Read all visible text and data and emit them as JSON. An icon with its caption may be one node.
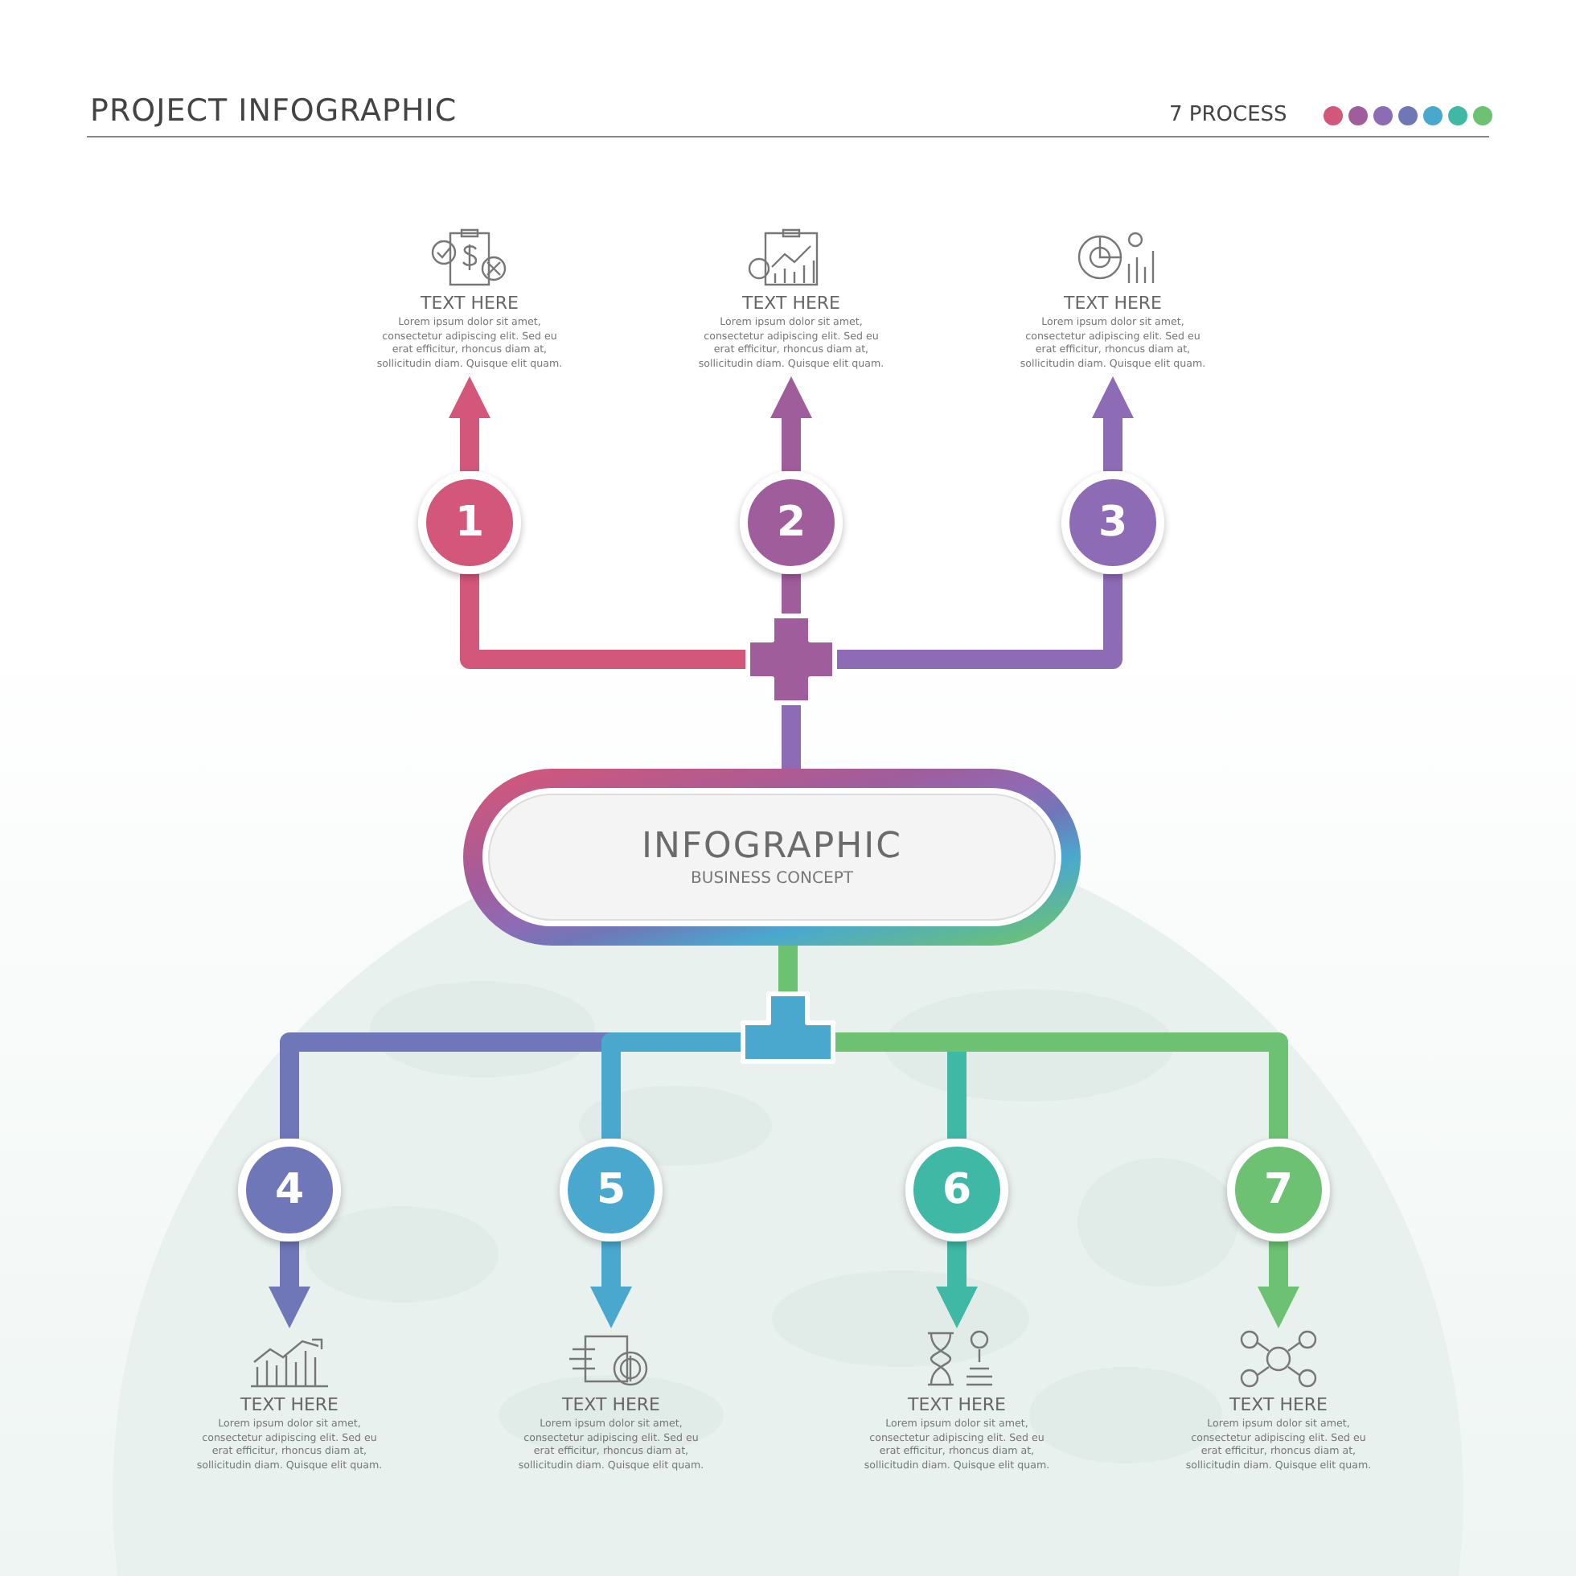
{
  "diagram": {
    "title": "PROJECT INFOGRAPHIC",
    "nodes": [
      {
        "text": [
          "INFOGRAPHIC",
          "BUSINESS CONCEPT"
        ]
      },
      {
        "text": [
          "1"
        ]
      },
      {
        "text": [
          "2"
        ]
      },
      {
        "text": [
          "3"
        ]
      },
      {
        "text": [
          "4"
        ]
      },
      {
        "text": [
          "5"
        ]
      },
      {
        "text": [
          "6"
        ]
      },
      {
        "text": [
          "7"
        ]
      },
      {
        "text": [
          "TEXT HERE",
          "Lorem ipsum dolor sit amet, consectetur adipiscing elit. Sed eu erat efficitur, rhoncus diam at, sollicitudin diam. Quisque elit quam."
        ]
      },
      {
        "text": [
          "TEXT HERE",
          "Lorem ipsum dolor sit amet, consectetur adipiscing elit. Sed eu erat efficitur, rhoncus diam at, sollicitudin diam. Quisque elit quam."
        ]
      },
      {
        "text": [
          "TEXT HERE",
          "Lorem ipsum dolor sit amet, consectetur adipiscing elit. Sed eu erat efficitur, rhoncus diam at, sollicitudin diam. Quisque elit quam."
        ]
      },
      {
        "text": [
          "TEXT HERE",
          "Lorem ipsum dolor sit amet, consectetur adipiscing elit. Sed eu erat efficitur, rhoncus diam at, sollicitudin diam. Quisque elit quam."
        ]
      },
      {
        "text": [
          "TEXT HERE",
          "Lorem ipsum dolor sit amet, consectetur adipiscing elit. Sed eu erat efficitur, rhoncus diam at, sollicitudin diam. Quisque elit quam."
        ]
      },
      {
        "text": [
          "TEXT HERE",
          "Lorem ipsum dolor sit amet, consectetur adipiscing elit. Sed eu erat efficitur, rhoncus diam at, sollicitudin diam. Quisque elit quam."
        ]
      },
      {
        "text": [
          "TEXT HERE",
          "Lorem ipsum dolor sit amet, consectetur adipiscing elit. Sed eu erat efficitur, rhoncus diam at, sollicitudin diam. Quisque elit quam."
        ]
      }
    ],
    "edges": [
      {
        "from": 0,
        "to": 1,
        "arrow": "none",
        "color": "#d2577b"
      },
      {
        "from": 0,
        "to": 2,
        "arrow": "none",
        "color": "#a05d9c"
      },
      {
        "from": 0,
        "to": 3,
        "arrow": "none",
        "color": "#8e6bb5"
      },
      {
        "from": 0,
        "to": 4,
        "arrow": "none",
        "color": "#6f77b8"
      },
      {
        "from": 0,
        "to": 5,
        "arrow": "none",
        "color": "#4aa8cf"
      },
      {
        "from": 0,
        "to": 6,
        "arrow": "none",
        "color": "#3fb8a6"
      },
      {
        "from": 0,
        "to": 7,
        "arrow": "none",
        "color": "#6cc272"
      },
      {
        "from": 1,
        "to": 8,
        "arrow": "to",
        "color": "#d2577b"
      },
      {
        "from": 2,
        "to": 9,
        "arrow": "to",
        "color": "#a05d9c"
      },
      {
        "from": 3,
        "to": 10,
        "arrow": "to",
        "color": "#8e6bb5"
      },
      {
        "from": 4,
        "to": 11,
        "arrow": "to",
        "color": "#6f77b8"
      },
      {
        "from": 5,
        "to": 12,
        "arrow": "to",
        "color": "#4aa8cf"
      },
      {
        "from": 6,
        "to": 13,
        "arrow": "to",
        "color": "#3fb8a6"
      },
      {
        "from": 7,
        "to": 14,
        "arrow": "to",
        "color": "#6cc272"
      }
    ],
    "labels": [
      "7 PROCESS"
    ]
  }
}
